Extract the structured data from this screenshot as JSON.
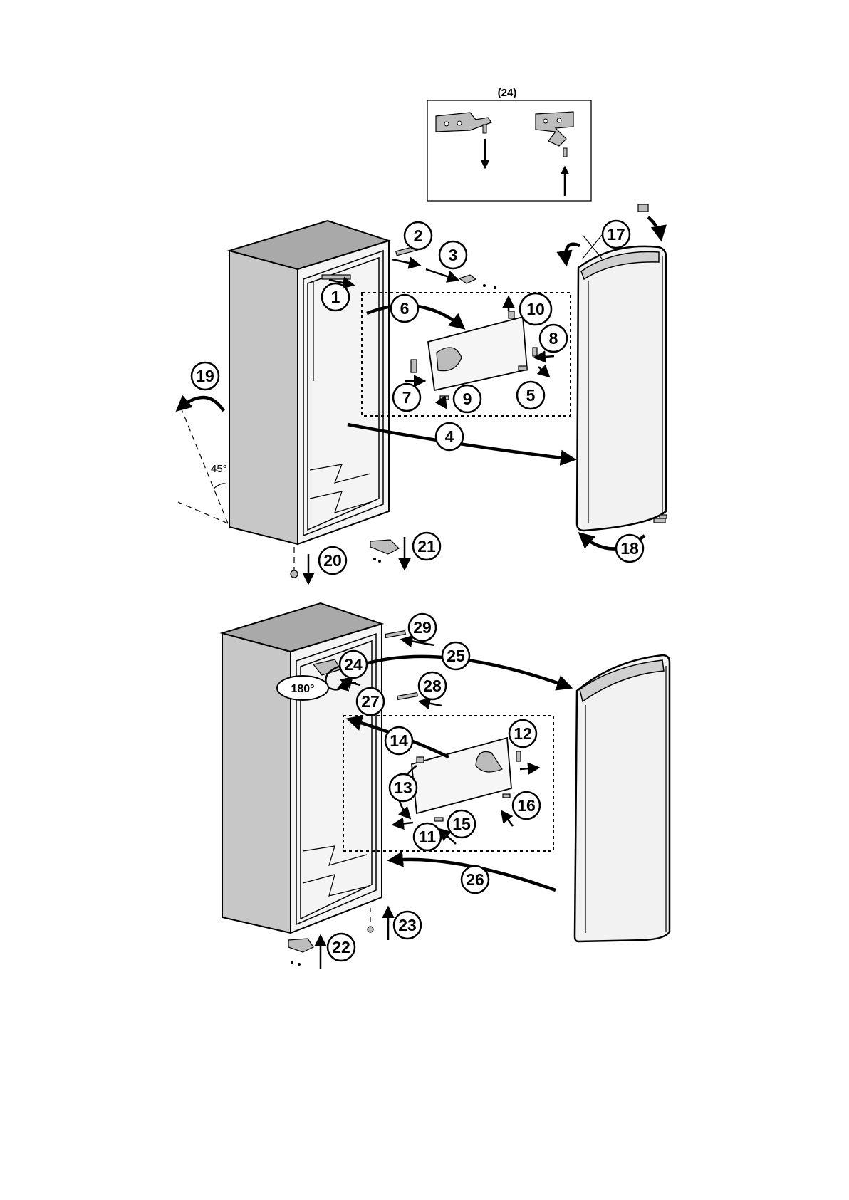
{
  "inset": {
    "label": "(24)"
  },
  "callouts": [
    "1",
    "2",
    "3",
    "4",
    "5",
    "6",
    "7",
    "8",
    "9",
    "10",
    "11",
    "12",
    "13",
    "14",
    "15",
    "16",
    "17",
    "18",
    "19",
    "20",
    "21",
    "22",
    "23",
    "24",
    "25",
    "26",
    "27",
    "28",
    "29"
  ],
  "angle_label": "45°",
  "rotation_label": "180°",
  "icons": [
    "cabinet-icon",
    "door-icon",
    "hinge-icon",
    "door-basket-icon",
    "arrow-icon"
  ]
}
